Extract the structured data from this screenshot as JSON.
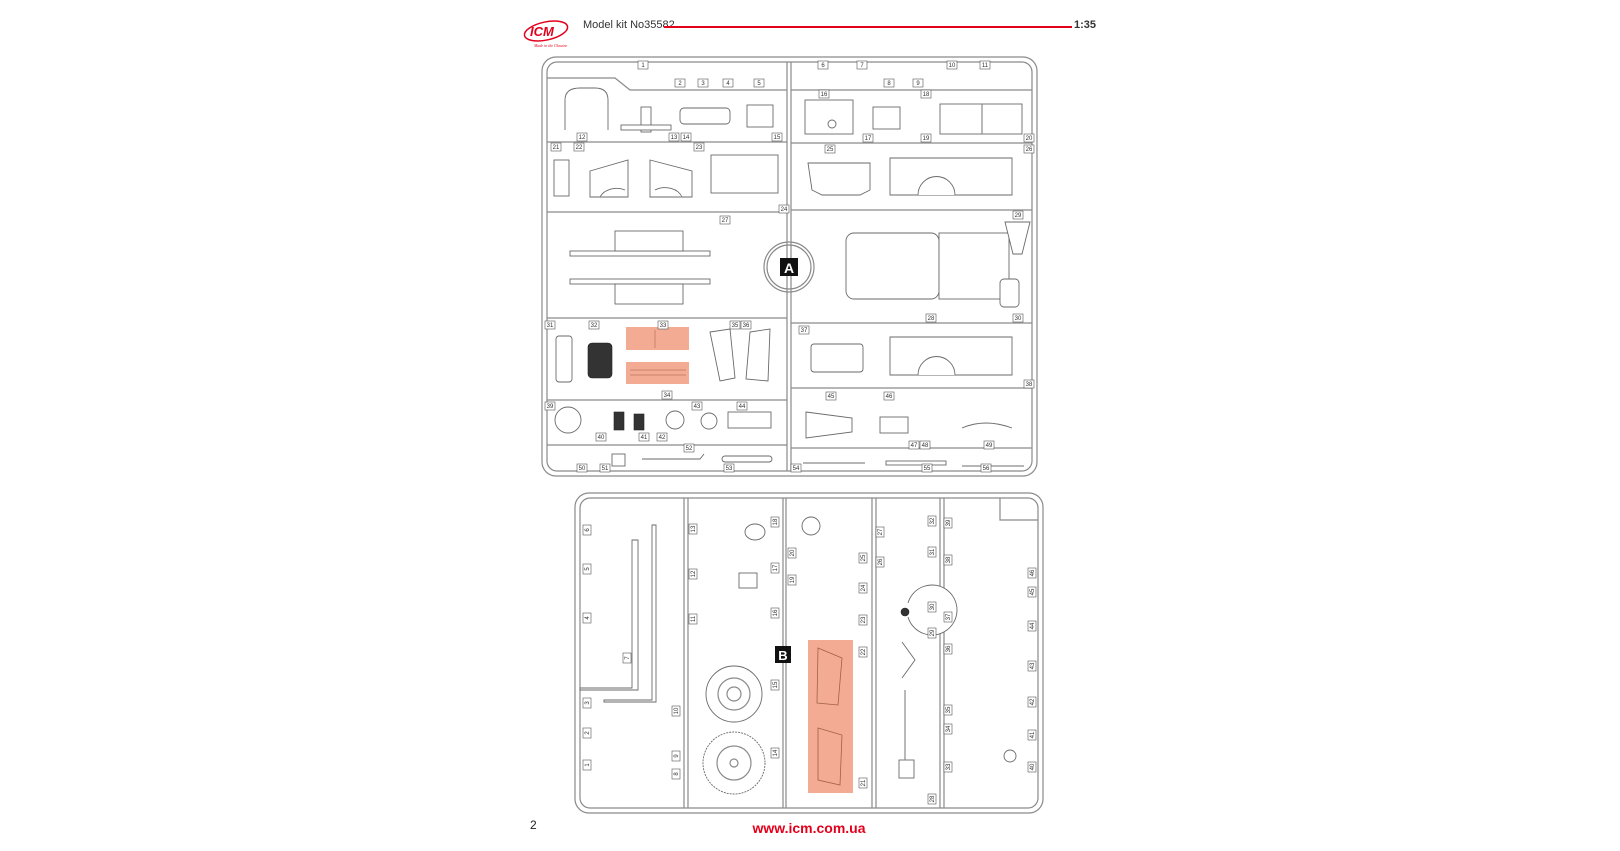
{
  "header": {
    "brand": "ICM",
    "brand_tagline": "Made in the Ukraine",
    "title": "Model kit No35582",
    "scale": "1:35"
  },
  "sprue_a": {
    "label": "A",
    "part_numbers": [
      "1",
      "2",
      "3",
      "4",
      "5",
      "6",
      "7",
      "8",
      "9",
      "10",
      "11",
      "12",
      "13",
      "14",
      "15",
      "16",
      "17",
      "18",
      "19",
      "20",
      "21",
      "22",
      "23",
      "24",
      "25",
      "26",
      "27",
      "28",
      "29",
      "30",
      "31",
      "32",
      "33",
      "34",
      "35",
      "36",
      "37",
      "38",
      "39",
      "40",
      "41",
      "42",
      "43",
      "44",
      "45",
      "46",
      "47",
      "48",
      "49",
      "50",
      "51",
      "52",
      "53",
      "54",
      "55",
      "56"
    ],
    "highlighted_parts": [
      "33",
      "34"
    ]
  },
  "sprue_b": {
    "label": "B",
    "part_numbers": [
      "1",
      "2",
      "3",
      "4",
      "5",
      "6",
      "7",
      "8",
      "9",
      "10",
      "11",
      "12",
      "13",
      "14",
      "15",
      "16",
      "17",
      "18",
      "19",
      "20",
      "21",
      "22",
      "23",
      "24",
      "25",
      "26",
      "27",
      "28",
      "29",
      "30",
      "31",
      "32",
      "33",
      "34",
      "35",
      "36",
      "37",
      "38",
      "39",
      "40",
      "41",
      "42",
      "43",
      "44",
      "45",
      "46"
    ],
    "highlighted_parts": [
      "21",
      "22"
    ]
  },
  "colors": {
    "accent": "#e3001b",
    "highlight": "#f3ab93",
    "outline": "#8a8a8a"
  },
  "footer": {
    "page_number": "2",
    "url": "www.icm.com.ua"
  }
}
